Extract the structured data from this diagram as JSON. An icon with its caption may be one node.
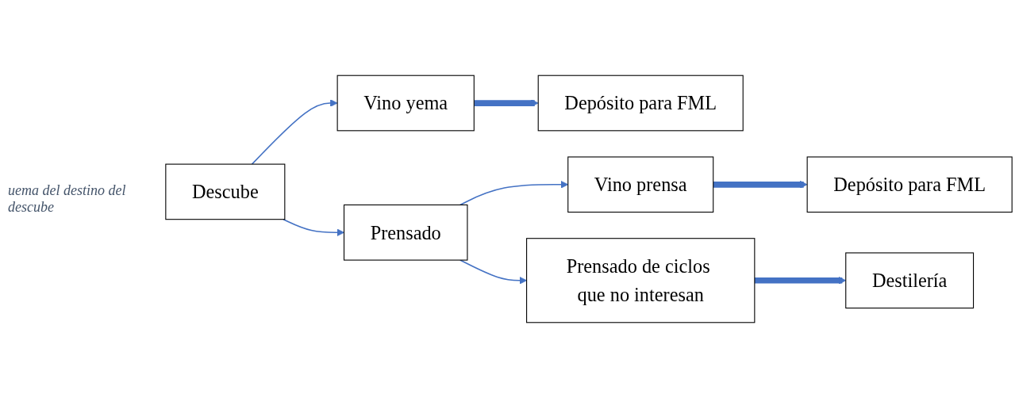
{
  "diagram": {
    "caption": "uema del destino del descube",
    "nodes": [
      {
        "text": [
          "Descube"
        ]
      },
      {
        "text": [
          "Vino yema"
        ]
      },
      {
        "text": [
          "Depósito para FML"
        ]
      },
      {
        "text": [
          "Prensado"
        ]
      },
      {
        "text": [
          "Vino prensa"
        ]
      },
      {
        "text": [
          "Depósito para FML"
        ]
      },
      {
        "text": [
          "Prensado de ciclos que no interesan"
        ]
      },
      {
        "text": [
          "Destilería"
        ]
      }
    ],
    "edges": [
      {
        "from": 0,
        "to": 1,
        "arrow": "to"
      },
      {
        "from": 1,
        "to": 2,
        "arrow": "to",
        "style": "thick"
      },
      {
        "from": 0,
        "to": 3,
        "arrow": "to"
      },
      {
        "from": 3,
        "to": 4,
        "arrow": "to"
      },
      {
        "from": 4,
        "to": 5,
        "arrow": "to",
        "style": "thick"
      },
      {
        "from": 3,
        "to": 6,
        "arrow": "to"
      },
      {
        "from": 6,
        "to": 7,
        "arrow": "to",
        "style": "thick"
      }
    ]
  }
}
